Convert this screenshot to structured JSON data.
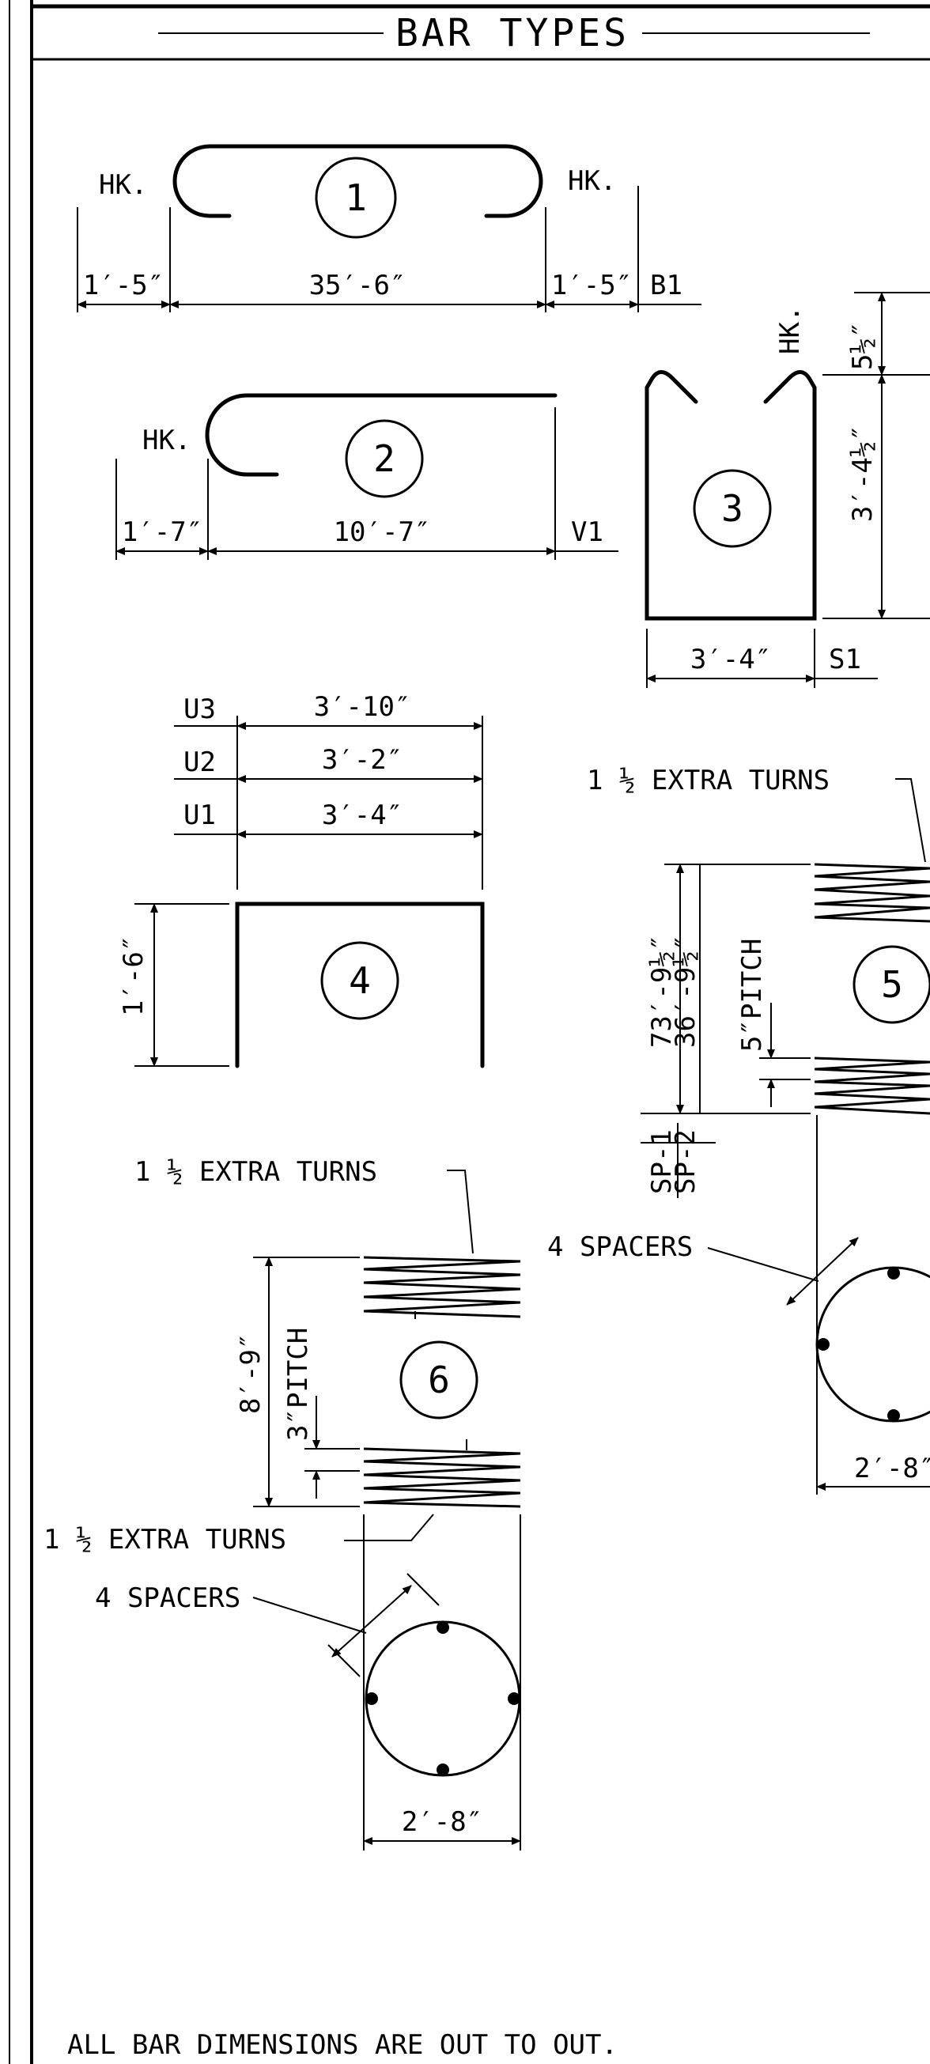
{
  "title": "BAR TYPES",
  "bars": {
    "b1": {
      "mark": "1",
      "code": "B1",
      "hook_left": "HK.",
      "hook_right": "HK.",
      "dim_left": "1′-5″",
      "dim_mid": "35′-6″",
      "dim_right": "1′-5″"
    },
    "v1": {
      "mark": "2",
      "code": "V1",
      "hook": "HK.",
      "dim_left": "1′-7″",
      "dim_mid": "10′-7″"
    },
    "s1": {
      "mark": "3",
      "code": "S1",
      "hook": "HK.",
      "dim_hook": "5½″",
      "dim_height": "3′-4½″",
      "dim_width": "3′-4″"
    },
    "u": {
      "mark": "4",
      "codes": [
        "U3",
        "U2",
        "U1"
      ],
      "widths": [
        "3′-10″",
        "3′-2″",
        "3′-4″"
      ],
      "height": "1′-6″"
    },
    "sp": {
      "mark": "5",
      "extra_turns": "1 ½  EXTRA TURNS",
      "dim_sp1": "73′-9½″",
      "dim_sp2": "36′-9½″",
      "pitch": "5″PITCH",
      "code_1": "SP-1",
      "code_2": "SP-2",
      "spacers": "4 SPACERS",
      "diameter": "2′-8″"
    },
    "spiral6": {
      "mark": "6",
      "extra_turns_top": "1 ½  EXTRA TURNS",
      "extra_turns_bottom": "1 ½  EXTRA TURNS",
      "length": "8′-9″",
      "pitch": "3″PITCH",
      "spacers": "4 SPACERS",
      "diameter": "2′-8″"
    }
  },
  "note": "ALL BAR DIMENSIONS ARE OUT TO OUT."
}
